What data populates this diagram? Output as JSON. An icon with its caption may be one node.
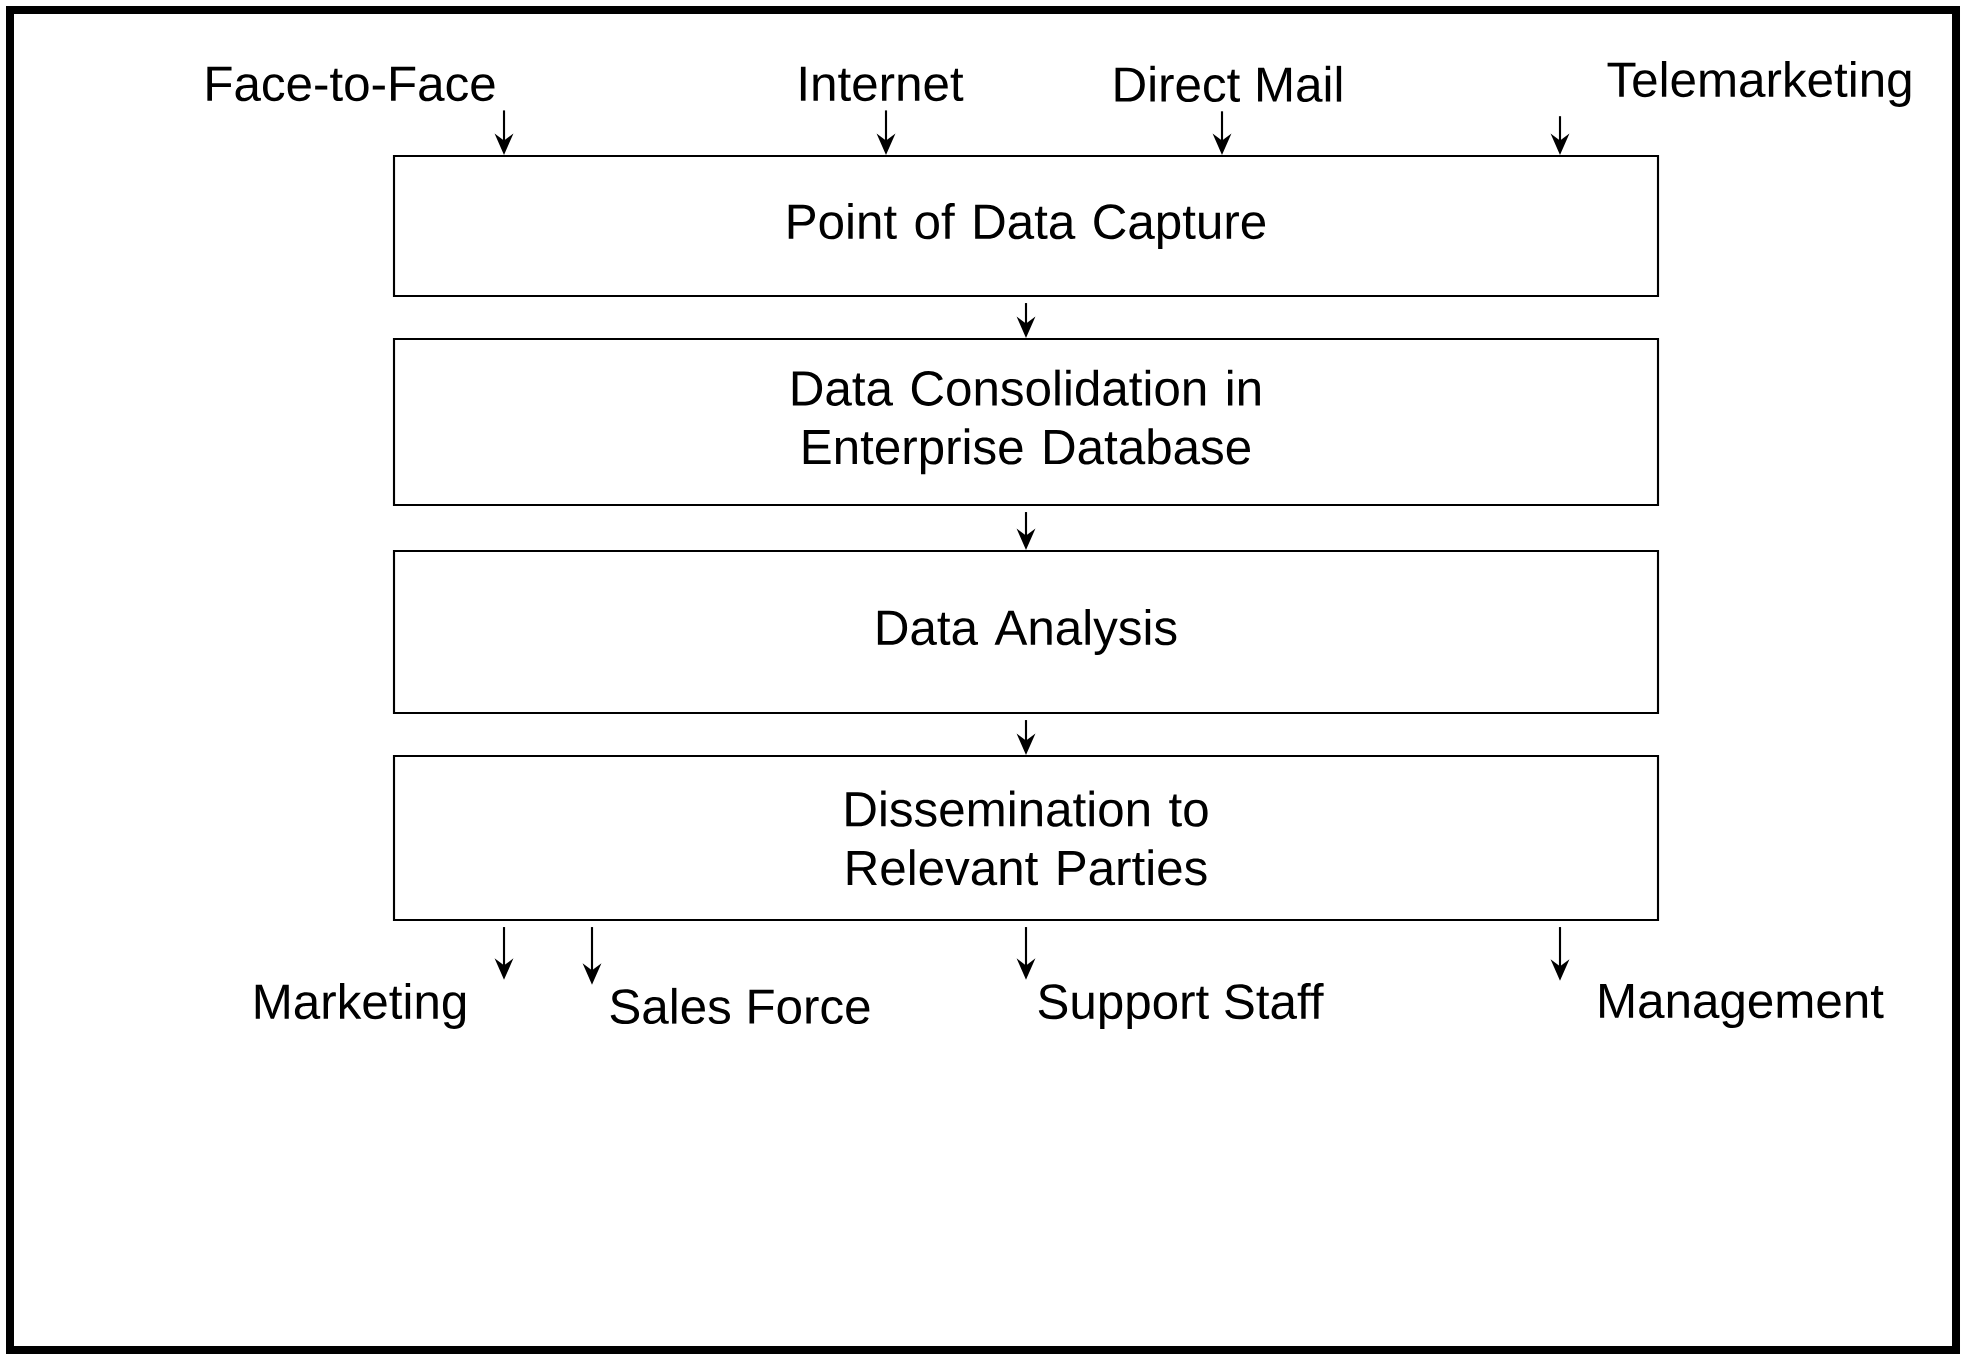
{
  "diagram": {
    "nodes": [
      {
        "text": [
          "Face-to-Face"
        ]
      },
      {
        "text": [
          "Internet"
        ]
      },
      {
        "text": [
          "Direct Mail"
        ]
      },
      {
        "text": [
          "Telemarketing"
        ]
      },
      {
        "text": [
          "Point of Data Capture"
        ]
      },
      {
        "text": [
          "Data Consolidation in Enterprise Database"
        ]
      },
      {
        "text": [
          "Data Analysis"
        ]
      },
      {
        "text": [
          "Dissemination to Relevant Parties"
        ]
      },
      {
        "text": [
          "Marketing"
        ]
      },
      {
        "text": [
          "Sales Force"
        ]
      },
      {
        "text": [
          "Support Staff"
        ]
      },
      {
        "text": [
          "Management"
        ]
      }
    ],
    "edges": [
      {
        "from": 0,
        "to": 4,
        "arrow": "to"
      },
      {
        "from": 1,
        "to": 4,
        "arrow": "to"
      },
      {
        "from": 2,
        "to": 4,
        "arrow": "to"
      },
      {
        "from": 3,
        "to": 4,
        "arrow": "to"
      },
      {
        "from": 4,
        "to": 5,
        "arrow": "to"
      },
      {
        "from": 5,
        "to": 6,
        "arrow": "to"
      },
      {
        "from": 6,
        "to": 7,
        "arrow": "to"
      },
      {
        "from": 7,
        "to": 8,
        "arrow": "to"
      },
      {
        "from": 7,
        "to": 9,
        "arrow": "to"
      },
      {
        "from": 7,
        "to": 10,
        "arrow": "to"
      },
      {
        "from": 7,
        "to": 11,
        "arrow": "to"
      }
    ]
  }
}
